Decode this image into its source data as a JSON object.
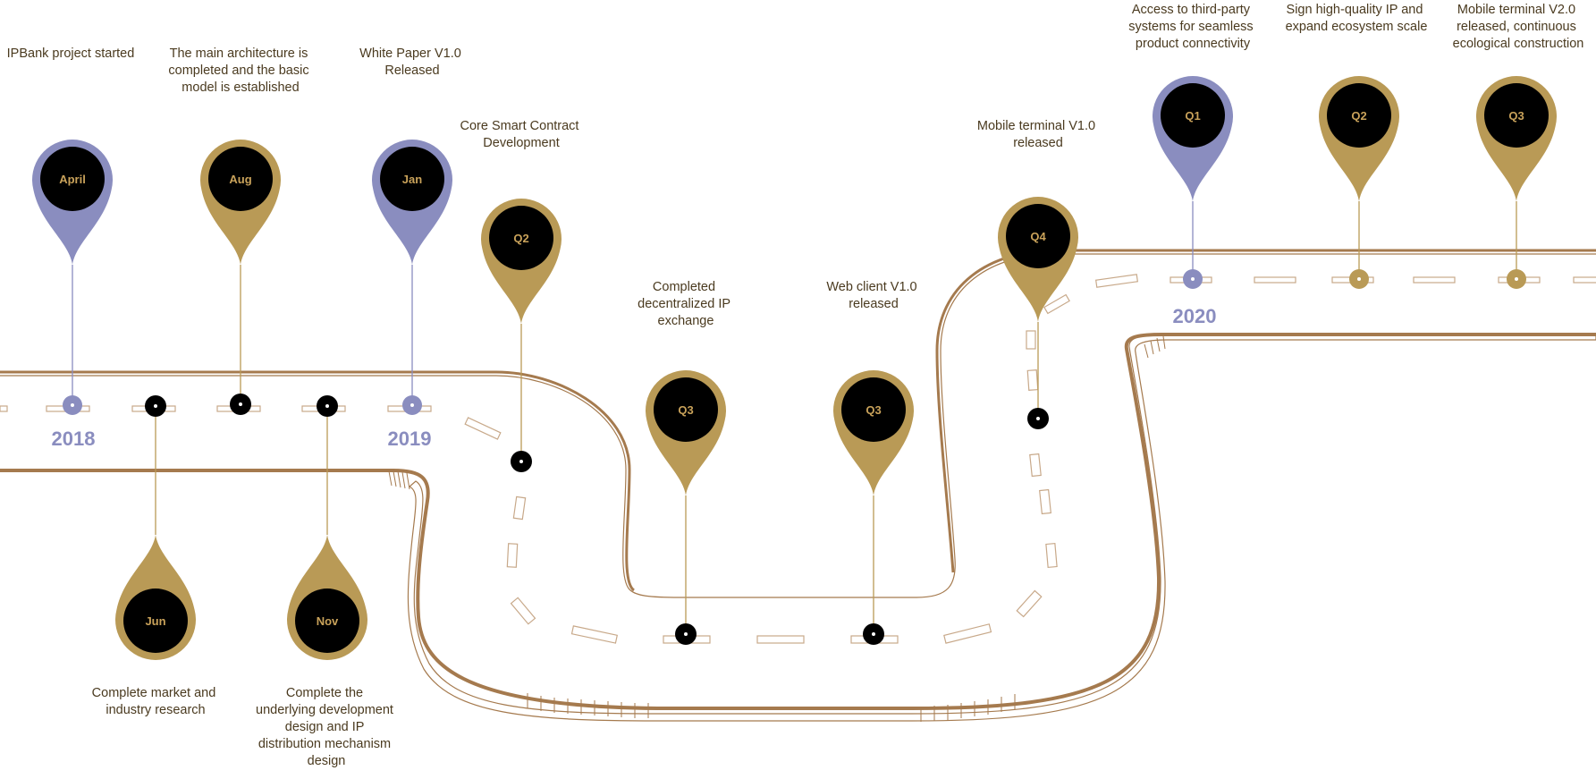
{
  "colors": {
    "gold": "#b99a56",
    "periwinkle": "#8a8dbf",
    "road": "#a57a4e",
    "road_light": "#c8a98a",
    "dot": "#000000",
    "text": "#4a3a1f"
  },
  "years": [
    {
      "label": "2018"
    },
    {
      "label": "2019"
    },
    {
      "label": "2020"
    }
  ],
  "milestones": [
    {
      "pin": "April",
      "color": "periwinkle",
      "dir": "up",
      "text": [
        "IPBank project started"
      ]
    },
    {
      "pin": "Jun",
      "color": "gold",
      "dir": "down",
      "text": [
        "Complete market and",
        "industry research"
      ]
    },
    {
      "pin": "Aug",
      "color": "gold",
      "dir": "up",
      "text": [
        "The main architecture is",
        "completed and the basic",
        "model is established"
      ]
    },
    {
      "pin": "Nov",
      "color": "gold",
      "dir": "down",
      "text": [
        "Complete the",
        "underlying development",
        "design and IP",
        "distribution mechanism",
        "design"
      ]
    },
    {
      "pin": "Jan",
      "color": "periwinkle",
      "dir": "up",
      "text": [
        "White Paper V1.0",
        "Released"
      ]
    },
    {
      "pin": "Q2",
      "color": "gold",
      "dir": "up",
      "text": [
        "Core Smart Contract",
        "Development"
      ]
    },
    {
      "pin": "Q3",
      "color": "gold",
      "dir": "up",
      "text": [
        "Completed",
        "decentralized IP",
        "exchange"
      ]
    },
    {
      "pin": "Q3",
      "color": "gold",
      "dir": "up",
      "text": [
        "Web client V1.0",
        "released"
      ]
    },
    {
      "pin": "Q4",
      "color": "gold",
      "dir": "up",
      "text": [
        "Mobile terminal V1.0",
        "released"
      ]
    },
    {
      "pin": "Q1",
      "color": "periwinkle",
      "dir": "up",
      "text": [
        "Access to third-party",
        "systems for seamless",
        "product connectivity"
      ]
    },
    {
      "pin": "Q2",
      "color": "gold",
      "dir": "up",
      "text": [
        "Sign high-quality IP and",
        "expand ecosystem scale"
      ]
    },
    {
      "pin": "Q3",
      "color": "gold",
      "dir": "up",
      "text": [
        "Mobile terminal V2.0",
        "released, continuous",
        "ecological construction"
      ]
    }
  ]
}
